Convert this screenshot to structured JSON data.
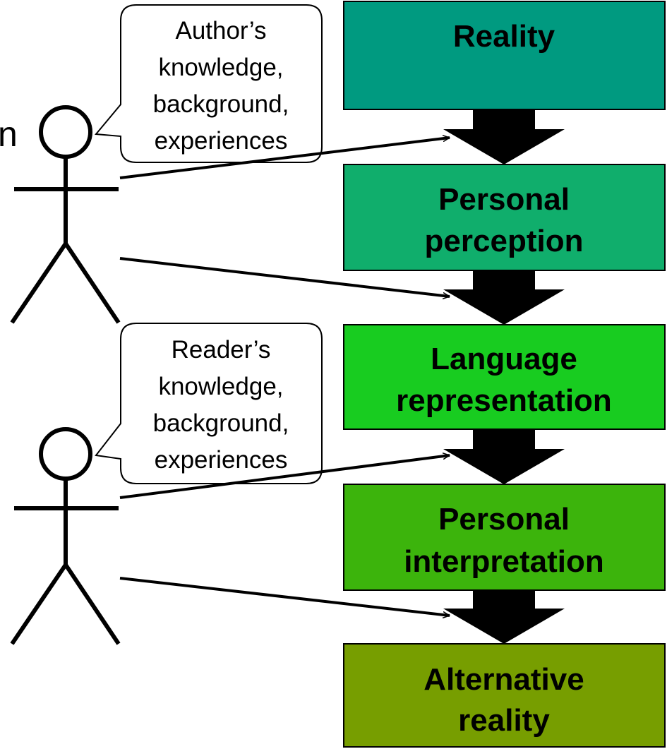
{
  "boxes": [
    {
      "lines": [
        "Reality"
      ],
      "color": "#009a80"
    },
    {
      "lines": [
        "Personal",
        "perception"
      ],
      "color": "#10ae6c"
    },
    {
      "lines": [
        "Language",
        "representation"
      ],
      "color": "#18cc20"
    },
    {
      "lines": [
        "Personal",
        "interpretation"
      ],
      "color": "#3cb40c"
    },
    {
      "lines": [
        "Alternative",
        "reality"
      ],
      "color": "#779e00"
    }
  ],
  "bubbles": [
    {
      "lines": [
        "Author’s",
        "knowledge,",
        "background,",
        "experiences"
      ]
    },
    {
      "lines": [
        "Reader’s",
        "knowledge,",
        "background,",
        "experiences"
      ]
    }
  ],
  "cut_text": "n"
}
